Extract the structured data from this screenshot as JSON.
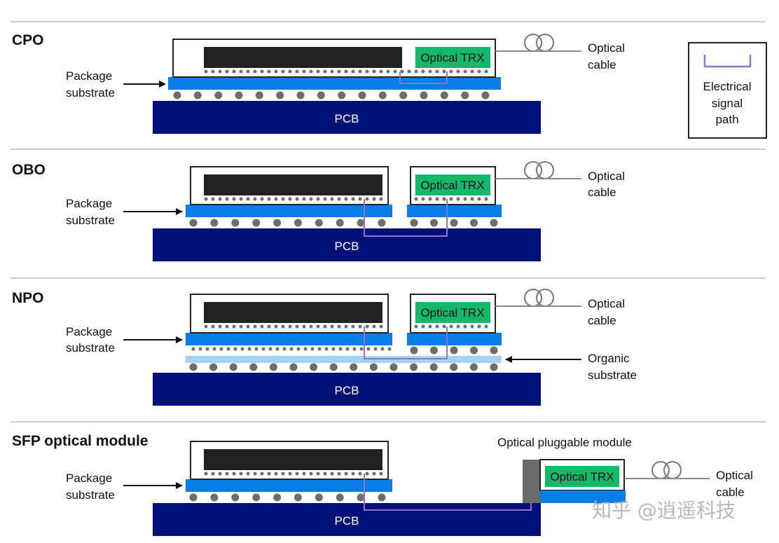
{
  "colors": {
    "pcb": "#02117a",
    "substrate": "#0a7ee8",
    "organic_substrate": "#a8d2f2",
    "chip": "#222222",
    "optical_trx": "#14b86a",
    "signal_path": "#9b6fcf",
    "bump": "#6d6d6d",
    "module_plug": "#6b6b6b"
  },
  "legend": {
    "label_line1": "Electrical",
    "label_line2": "signal",
    "label_line3": "path"
  },
  "common": {
    "pcb_label": "PCB",
    "optical_trx_label": "Optical TRX",
    "package_line1": "Package",
    "package_line2": "substrate",
    "cable_line1": "Optical",
    "cable_line2": "cable"
  },
  "sections": {
    "cpo": {
      "title": "CPO"
    },
    "obo": {
      "title": "OBO"
    },
    "npo": {
      "title": "NPO",
      "organic_line1": "Organic",
      "organic_line2": "substrate"
    },
    "sfp": {
      "title": "SFP optical module",
      "pluggable_label": "Optical pluggable module"
    }
  },
  "watermark": "知乎 @逍遥科技"
}
